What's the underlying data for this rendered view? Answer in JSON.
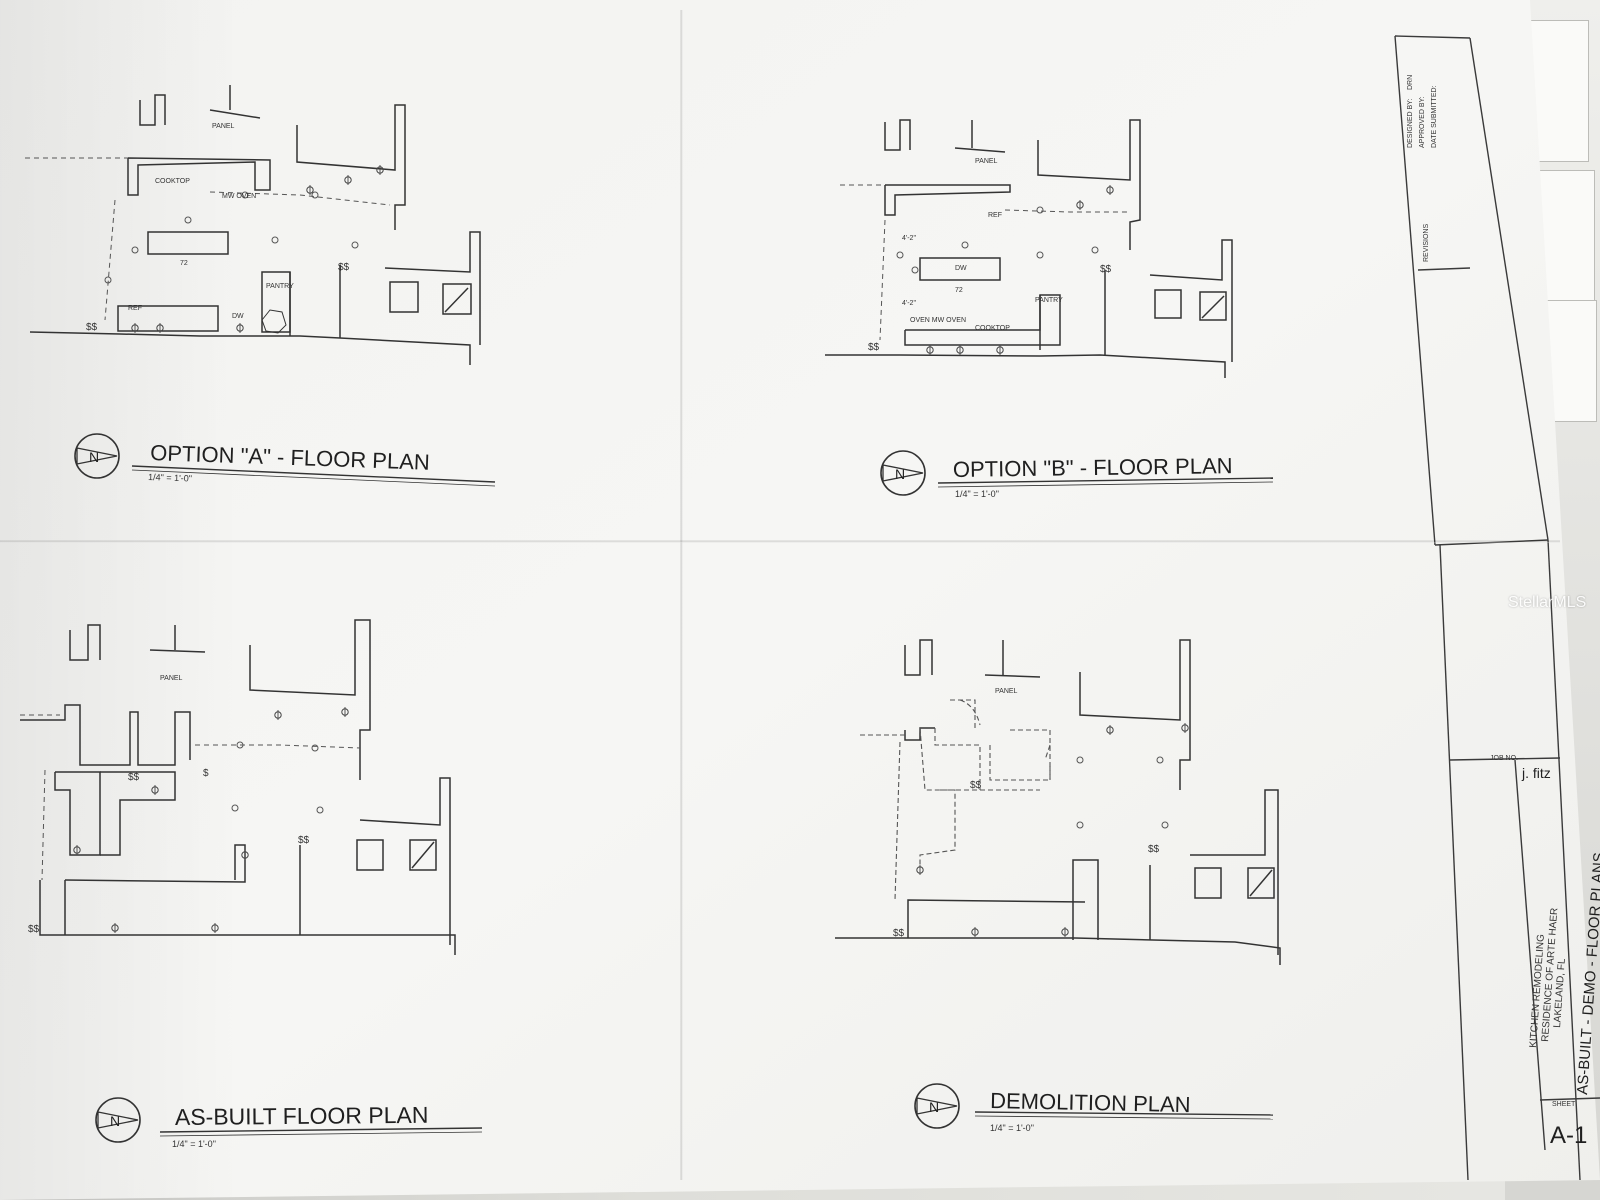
{
  "sheet": {
    "plans": [
      {
        "title": "OPTION \"A\" - FLOOR PLAN",
        "scale": "1/4\" = 1'-0\"",
        "north": "N"
      },
      {
        "title": "OPTION \"B\" - FLOOR PLAN",
        "scale": "1/4\" = 1'-0\"",
        "north": "N"
      },
      {
        "title": "AS-BUILT FLOOR PLAN",
        "scale": "1/4\" = 1'-0\"",
        "north": "N"
      },
      {
        "title": "DEMOLITION PLAN",
        "scale": "1/4\" = 1'-0\"",
        "north": "N"
      }
    ],
    "labels": {
      "panel": "PANEL",
      "cooktop": "COOKTOP",
      "mw_oven": "MW OVEN",
      "ref": "REF",
      "dw": "DW",
      "pantry": "PANTRY",
      "oven_mw": "OVEN MW OVEN",
      "dim_72": "72",
      "dim_42a": "4'-2\"",
      "dim_42b": "4'-2\"",
      "switch": "$$",
      "switch_single": "$"
    },
    "title_block": {
      "designed_by": "DESIGNED BY:",
      "drawn_by": "DRN",
      "approved_by": "APPROVED BY:",
      "date_submitted": "DATE SUBMITTED:",
      "revisions": "REVISIONS",
      "job_no_label": "JOB NO.",
      "job_no": "j. fitz",
      "project_line1": "KITCHEN REMODELING",
      "project_line2": "RESIDENCE OF ARTE HAER",
      "project_line3": "LAKELAND, FL",
      "sheet_title": "AS-BUILT - DEMO - FLOOR PLANS",
      "sheet_label": "SHEET",
      "sheet_no": "A-1"
    }
  },
  "watermark": "StellarMLS"
}
